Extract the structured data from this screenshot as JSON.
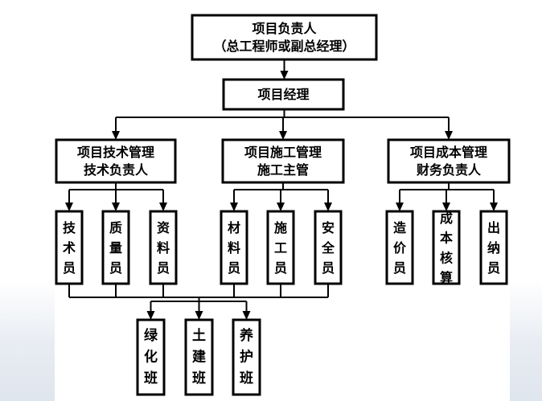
{
  "org_chart": {
    "top": {
      "lines": [
        "项目负责人",
        "（总工程师或副总经理）"
      ]
    },
    "manager": {
      "lines": [
        "项目经理"
      ]
    },
    "departments": [
      {
        "id": "tech",
        "lines": [
          "项目技术管理",
          "技术负责人"
        ],
        "staff": [
          {
            "id": "tech-staff",
            "text": "技术员"
          },
          {
            "id": "quality",
            "text": "质量员"
          },
          {
            "id": "docs",
            "text": "资料员"
          }
        ]
      },
      {
        "id": "construction",
        "lines": [
          "项目施工管理",
          "施工主管"
        ],
        "staff": [
          {
            "id": "materials",
            "text": "材料员"
          },
          {
            "id": "construction-staff",
            "text": "施工员"
          },
          {
            "id": "safety",
            "text": "安全员"
          }
        ]
      },
      {
        "id": "cost",
        "lines": [
          "项目成本管理",
          "财务负责人"
        ],
        "staff": [
          {
            "id": "cost-estimator",
            "text": "造价员"
          },
          {
            "id": "cost-accounting",
            "text": "成本核算"
          },
          {
            "id": "cashier",
            "text": "出纳员"
          }
        ]
      }
    ],
    "teams": [
      {
        "id": "greening",
        "text": "绿化班"
      },
      {
        "id": "civil",
        "text": "土建班"
      },
      {
        "id": "maintenance",
        "text": "养护班"
      }
    ]
  }
}
